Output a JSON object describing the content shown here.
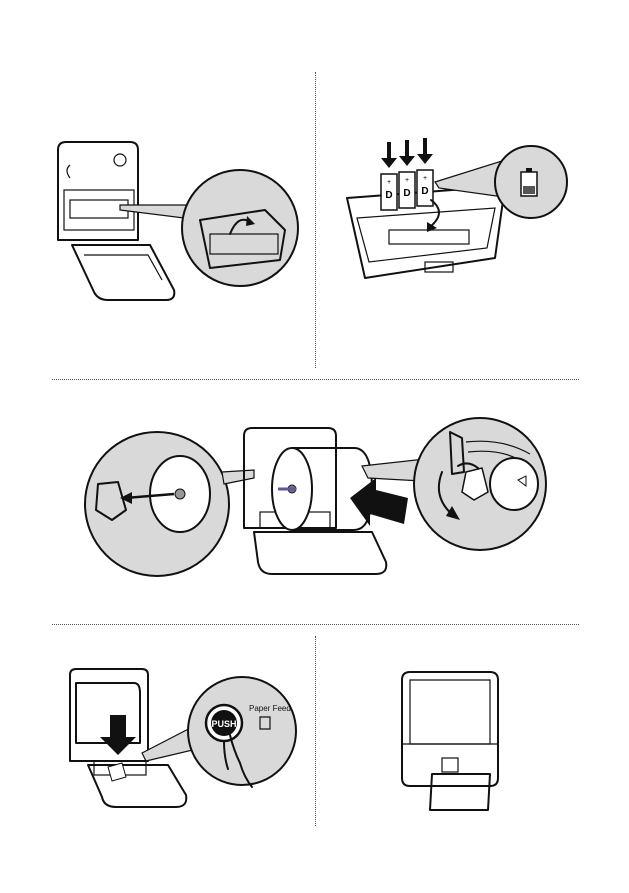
{
  "battery_labels": [
    "D",
    "D",
    "D"
  ],
  "battery_plus": "+",
  "push_button_label": "PUSH",
  "paper_feed_label": "Paper Feed",
  "colors": {
    "ink": "#111111",
    "zoom_fill": "#d9d9d9",
    "dispenser_window": "#e6e6e6",
    "dispenser_base": "#c8c8c8"
  }
}
